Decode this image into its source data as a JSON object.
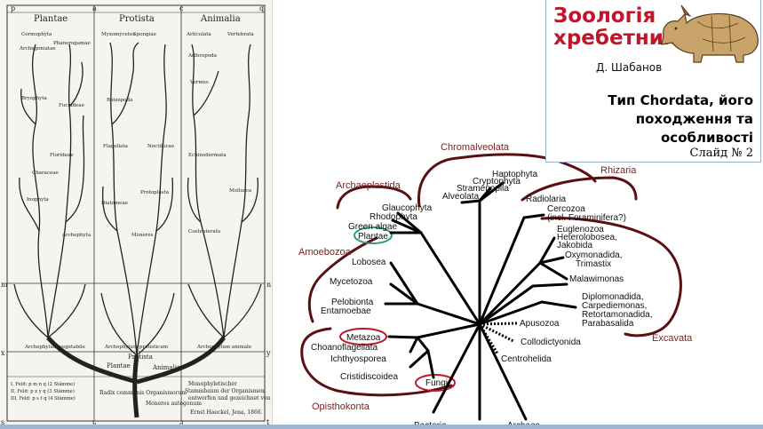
{
  "title": {
    "main_line1": "Зоологія",
    "main_line2": "хребетних",
    "author": "Д. Шабанов",
    "subtitle_line1": "Тип Chordata, його",
    "subtitle_line2": "походження та особливості",
    "slide_number": "Слайд № 2"
  },
  "haeckel": {
    "top_letters": [
      "p",
      "a",
      "c",
      "q"
    ],
    "kingdoms": [
      "Plantae",
      "Protista",
      "Animalia"
    ],
    "left_labels": [
      "m",
      "x",
      "s"
    ],
    "right_labels": [
      "n",
      "y",
      "t"
    ],
    "bottom_letters": [
      "b",
      "d"
    ],
    "base_labels": [
      "Archephylum vegetabile",
      "Archephylum protisticum",
      "Archephylum animale"
    ],
    "trunk_labels": [
      "Plantae",
      "Protista",
      "Animalia"
    ],
    "root_label_1": "Radix communis Organismorum",
    "root_label_2": "Moneres autogonum",
    "caption_lines": [
      "Monophyletischer",
      "Stammbaum der Organismen",
      "entworfen und gezeichnet von",
      "Ernst Haeckel, Jena, 1866."
    ],
    "legend_lines": [
      "I, Feld: p m n q (2 Stämme)",
      "II, Feld: p x y q (3 Stämme)",
      "III, Feld: p s t q (4 Stämme)"
    ],
    "plant_groups": [
      "Cormophyta",
      "Archegoniatae",
      "Phanerogamae",
      "Bryophyta",
      "Fucoideae",
      "Florideae",
      "Characeae",
      "Inophyta",
      "Archephyta"
    ],
    "protist_groups": [
      "Myxomycetes",
      "Spongiae",
      "Rhizopoda",
      "Flagellata",
      "Diatomeae",
      "Protoplasta",
      "Moneres",
      "Noctilucae"
    ],
    "animal_groups": [
      "Articulata",
      "Vertebrata",
      "Arthropoda",
      "Vermes",
      "Echinodermata",
      "Mollusca",
      "Coelenterata"
    ]
  },
  "tree": {
    "supergroup_labels": [
      "Chromalveolata",
      "Rhizaria",
      "Archaeplastida",
      "Amoebozoa",
      "Excavata",
      "Opisthokonta"
    ],
    "leaves": {
      "haptophyta": "Haptophyta",
      "cryptophyta": "Cryptophyta",
      "stramenopila": "Stramenopila",
      "alveolata": "Alveolata",
      "radiolaria": "Radiolaria",
      "cercozoa": "Cercozoa",
      "foraminifera": "(incl. Foraminifera?)",
      "glaucophyta": "Glaucophyta",
      "rhodophyta": "Rhodophyta",
      "green_algae": "Green algae",
      "plantae": "Plantae",
      "euglenozoa": "Euglenozoa",
      "heterolobosea": "Heterolobosea,",
      "jakobida": "Jakobida",
      "oxymonadida": "Oxymonadida,",
      "trimastix": "Trimastix",
      "lobosea": "Lobosea",
      "malawimonas": "Malawimonas",
      "mycetozoa": "Mycetozoa",
      "diplomonadida": "Diplomonadida,",
      "carpediemonas": "Carpediemonas,",
      "retortamonadida": "Retortamonadida,",
      "parabasalida": "Parabasalida",
      "pelobionta": "Pelobionta",
      "entamoebae": "Entamoebae",
      "apusozoa": "Apusozoa",
      "collodictyonida": "Collodictyonida",
      "metazoa": "Metazoa",
      "choanoflagellata": "Choanoflagellata",
      "ichthyosporea": "Ichthyosporea",
      "centrohelida": "Centrohelida",
      "cristidiscoidea": "Cristidiscoidea",
      "fungi": "Fungi",
      "bacteria": "Bacteria",
      "archaea": "Archaea"
    }
  },
  "colors": {
    "title_red": "#c0162b",
    "supergroup_label": "#7a1e1e",
    "bracket": "#5a0f12",
    "circle_green": "#2e9a78",
    "circle_red": "#c0162b",
    "branch": "#000000",
    "border_blue": "#9fb4d0"
  }
}
